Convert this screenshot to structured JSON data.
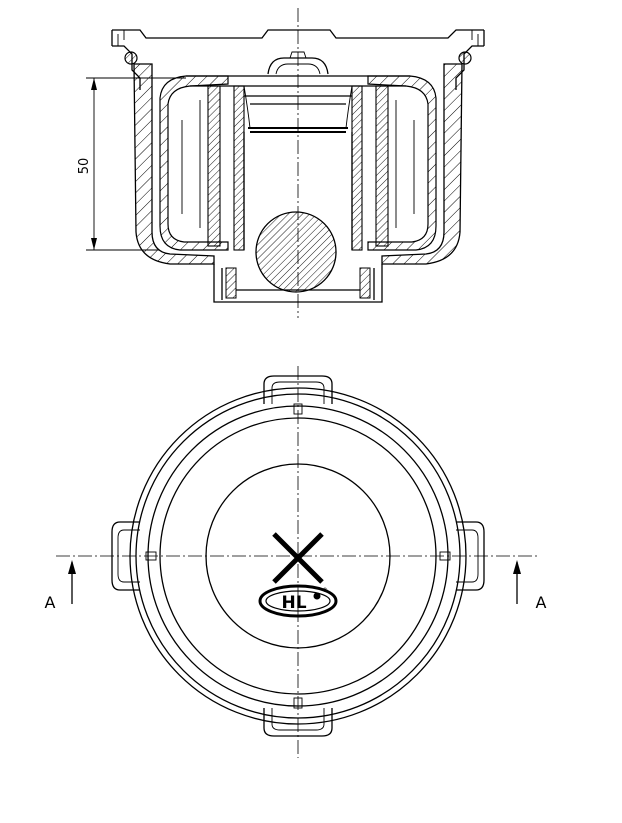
{
  "drawing": {
    "dimension_value": "50",
    "section_label_left": "A",
    "section_label_right": "A",
    "logo_text": "HL",
    "logo_mark": "®"
  }
}
